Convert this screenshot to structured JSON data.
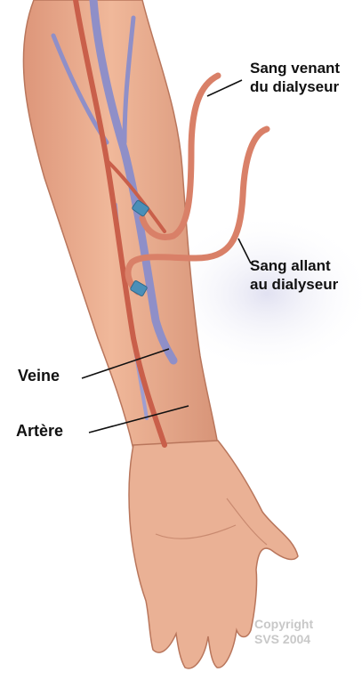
{
  "labels": {
    "blood_from_dialyzer": [
      "Sang venant",
      "du dialyseur"
    ],
    "blood_to_dialyzer": [
      "Sang allant",
      "au dialyseur"
    ],
    "vein": "Veine",
    "artery": "Artère"
  },
  "copyright": [
    "Copyright",
    "SVS 2004"
  ],
  "colors": {
    "skin": "#e8a98a",
    "skin_shadow": "#cf8a6c",
    "vein": "#8f8fc8",
    "artery": "#c95f4a",
    "tubing": "#d98068",
    "connector": "#4a8fb8"
  }
}
